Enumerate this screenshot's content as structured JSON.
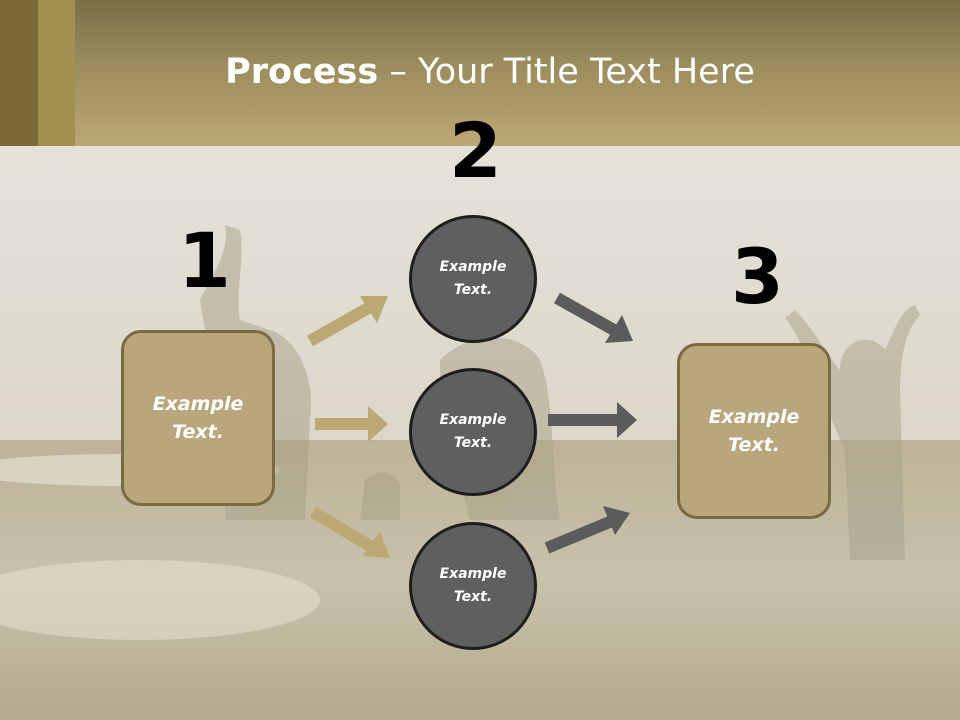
{
  "slide": {
    "title_bold": "Process",
    "title_rest": " – Your Title Text Here"
  },
  "steps": {
    "step1": {
      "number": "1",
      "box_text": "Example\nText."
    },
    "step2": {
      "number": "2",
      "circles": [
        "Example\nText.",
        "Example\nText.",
        "Example\nText."
      ]
    },
    "step3": {
      "number": "3",
      "box_text": "Example\nText."
    }
  },
  "colors": {
    "header": "#9c8d5e",
    "box_fill": "#b8a77c",
    "circle_fill": "#5f5f5f",
    "arrow_tan": "#bba874",
    "arrow_gray": "#5b5b5b"
  }
}
